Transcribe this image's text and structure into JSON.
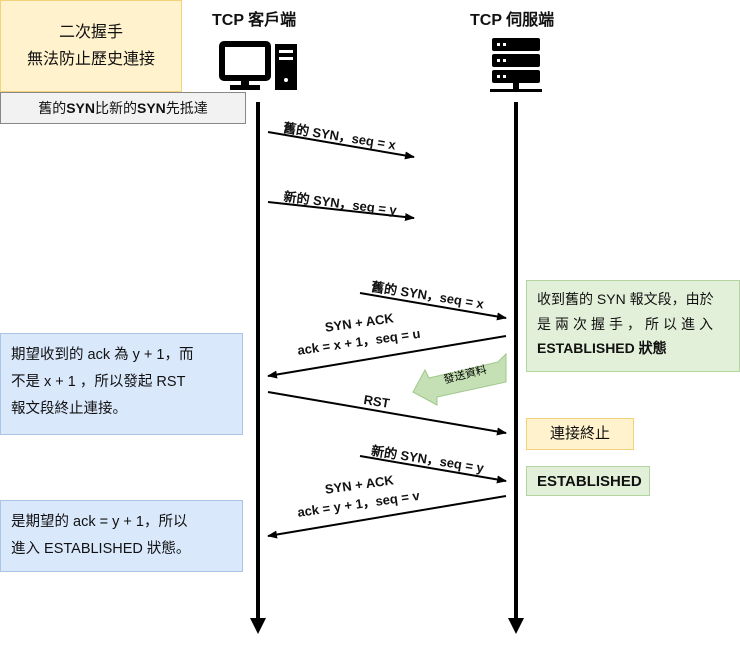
{
  "title": {
    "line1": "二次握手",
    "line2": "無法防止歷史連接"
  },
  "hosts": {
    "client": "TCP 客戶端",
    "server": "TCP 伺服端"
  },
  "icons": {
    "client": "desktop-computer-icon",
    "server": "server-rack-icon"
  },
  "messages": {
    "old_syn_1": "舊的 SYN，seq = x",
    "new_syn_1": "新的 SYN，seq = y",
    "old_syn_2": "舊的 SYN，seq = x",
    "synack_1_line1": "SYN + ACK",
    "synack_1_line2": "ack = x + 1，seq = u",
    "rst": "RST",
    "new_syn_2": "新的 SYN，seq = y",
    "synack_2_line1": "SYN + ACK",
    "synack_2_line2": "ack = y + 1，seq = v"
  },
  "compare_box": {
    "p1": "舊的 ",
    "b1": "SYN",
    "p2": " 比新的 ",
    "b2": "SYN",
    "p3": " 先抵達"
  },
  "send_data_label": "發送資料",
  "notes": {
    "server_received": {
      "line1": "收到舊的 SYN 報文段，由於",
      "line2": "是兩次握手，所以進入",
      "line3": "ESTABLISHED 狀態"
    },
    "client_expected": {
      "line1": "期望收到的 ack 為 y + 1，而",
      "line2": "不是 x + 1 ，所以發起 RST",
      "line3": "報文段終止連接。"
    },
    "connection_terminated": "連接終止",
    "established": "ESTABLISHED",
    "client_correct": {
      "line1": "是期望的 ack = y + 1，所以",
      "line2": "進入 ESTABLISHED 狀態。"
    }
  },
  "colors": {
    "blue_note": "#dae8fc",
    "green_note": "#e2f0d9",
    "yellow_note": "#fff2cc",
    "arrow": "#000000",
    "send_arrow": "#c5e0b4"
  }
}
